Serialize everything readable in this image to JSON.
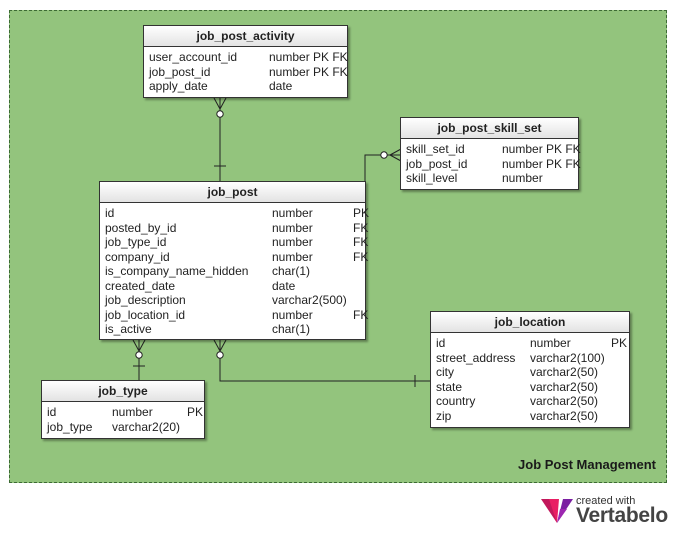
{
  "area": {
    "title": "Job Post Management"
  },
  "tables": {
    "job_post_activity": {
      "name": "job_post_activity",
      "columns": [
        {
          "name": "user_account_id",
          "type": "number",
          "key": "PK FK"
        },
        {
          "name": "job_post_id",
          "type": "number",
          "key": "PK FK"
        },
        {
          "name": "apply_date",
          "type": "date",
          "key": ""
        }
      ]
    },
    "job_post_skill_set": {
      "name": "job_post_skill_set",
      "columns": [
        {
          "name": "skill_set_id",
          "type": "number",
          "key": "PK FK"
        },
        {
          "name": "job_post_id",
          "type": "number",
          "key": "PK FK"
        },
        {
          "name": "skill_level",
          "type": "number",
          "key": ""
        }
      ]
    },
    "job_post": {
      "name": "job_post",
      "columns": [
        {
          "name": "id",
          "type": "number",
          "key": "PK"
        },
        {
          "name": "posted_by_id",
          "type": "number",
          "key": "FK"
        },
        {
          "name": "job_type_id",
          "type": "number",
          "key": "FK"
        },
        {
          "name": "company_id",
          "type": "number",
          "key": "FK"
        },
        {
          "name": "is_company_name_hidden",
          "type": "char(1)",
          "key": ""
        },
        {
          "name": "created_date",
          "type": "date",
          "key": ""
        },
        {
          "name": "job_description",
          "type": "varchar2(500)",
          "key": ""
        },
        {
          "name": "job_location_id",
          "type": "number",
          "key": "FK"
        },
        {
          "name": "is_active",
          "type": "char(1)",
          "key": ""
        }
      ]
    },
    "job_location": {
      "name": "job_location",
      "columns": [
        {
          "name": "id",
          "type": "number",
          "key": "PK"
        },
        {
          "name": "street_address",
          "type": "varchar2(100)",
          "key": ""
        },
        {
          "name": "city",
          "type": "varchar2(50)",
          "key": ""
        },
        {
          "name": "state",
          "type": "varchar2(50)",
          "key": ""
        },
        {
          "name": "country",
          "type": "varchar2(50)",
          "key": ""
        },
        {
          "name": "zip",
          "type": "varchar2(50)",
          "key": ""
        }
      ]
    },
    "job_type": {
      "name": "job_type",
      "columns": [
        {
          "name": "id",
          "type": "number",
          "key": "PK"
        },
        {
          "name": "job_type",
          "type": "varchar2(20)",
          "key": ""
        }
      ]
    }
  },
  "logo": {
    "small": "created with",
    "big": "Vertabelo"
  }
}
